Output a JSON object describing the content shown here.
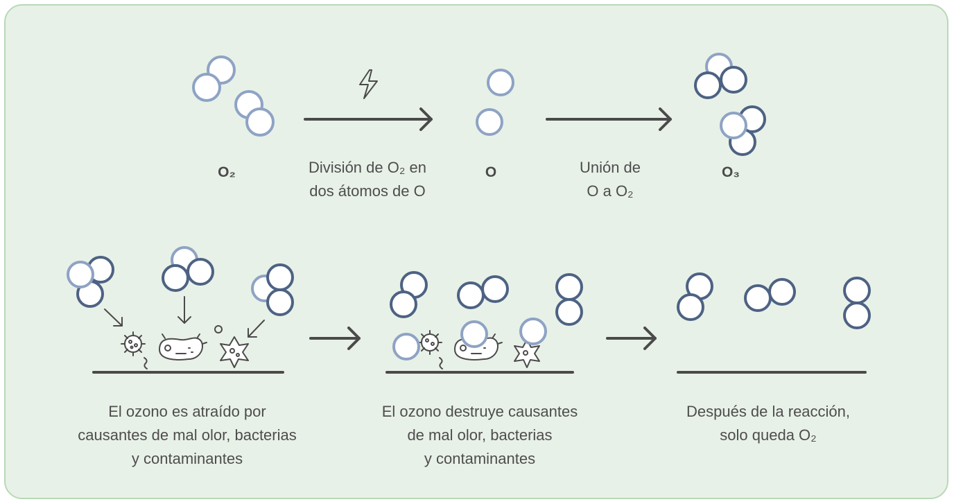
{
  "labels": {
    "o2": "O₂",
    "split": "División de O₂ en\ndos átomos de O",
    "o": "O",
    "union": "Unión de\nO a O₂",
    "o3": "O₃",
    "attracted": "El ozono es atraído por\ncausantes de mal olor, bacterias\ny contaminantes",
    "destroys": "El ozono destruye causantes\nde mal olor, bacterias\ny contaminantes",
    "after": "Después de la reacción,\nsolo queda O₂"
  },
  "icons": [
    "oxygen-molecule-icon",
    "oxygen-atom-icon",
    "ozone-molecule-icon",
    "lightning-icon",
    "arrow-right-icon",
    "bacteria-icon",
    "virus-icon"
  ],
  "colors": {
    "background": "#e8f1e8",
    "border": "#b7d9b6",
    "atom_light": "#8ea3c4",
    "atom_dark": "#4d6283",
    "line": "#4a4a4a"
  }
}
